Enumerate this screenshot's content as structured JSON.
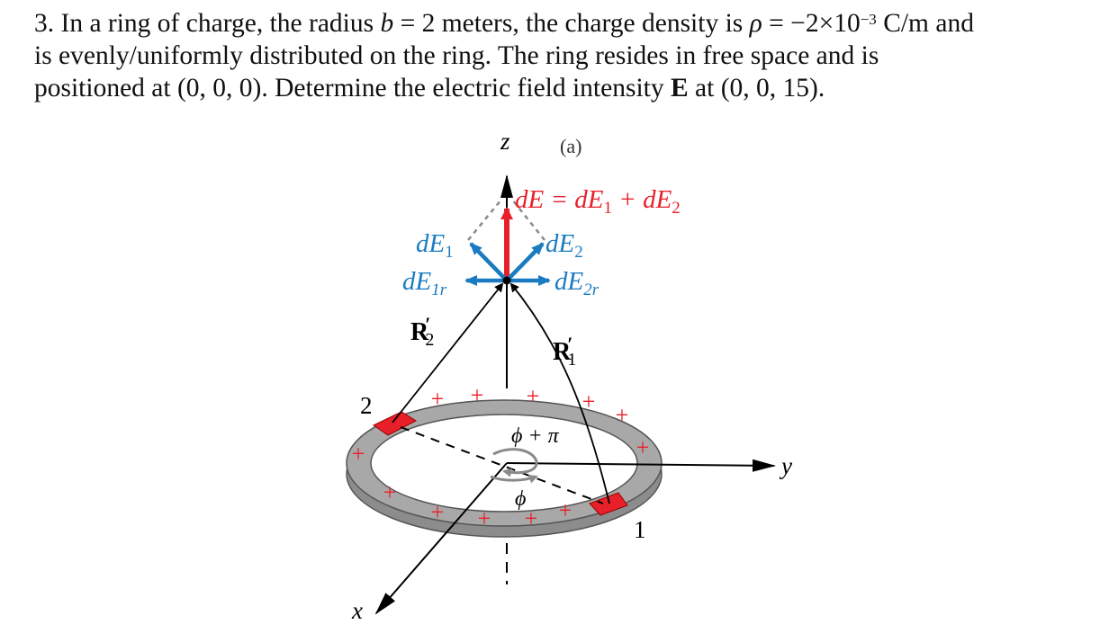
{
  "problem": {
    "line1_a": "3. In a ring of charge, the radius ",
    "radius_symbol": "b",
    "radius_value": " = 2 meters, the charge density is ",
    "density_symbol": "ρ",
    "density_value": " = −2×10",
    "density_exp": "−3",
    "density_unit": " C/m and",
    "line2": "is evenly/uniformly distributed on the ring. The ring resides in free space and is",
    "line3_a": "positioned at (0, 0, 0). Determine the electric field intensity ",
    "field_symbol": "E",
    "line3_b": "  at (0, 0, 15)."
  },
  "figure": {
    "caption_fragment": "(a)",
    "axis_z": "z",
    "axis_y": "y",
    "axis_x": "x",
    "dE_total": "dE = dE",
    "dE_total_sub1": "1",
    "dE_total_plus": " + dE",
    "dE_total_sub2": "2",
    "dE1": "dE",
    "dE1_sub": "1",
    "dE2": "dE",
    "dE2_sub": "2",
    "dE1r": "dE",
    "dE1r_sub": "1r",
    "dE2r": "dE",
    "dE2r_sub": "2r",
    "R2": "R",
    "R2_prime": "′",
    "R2_sub": "2",
    "R1": "R",
    "R1_prime": "′",
    "R1_sub": "1",
    "point_1": "1",
    "point_2": "2",
    "phi_plus_pi": "ϕ + π",
    "phi": "ϕ",
    "plus_sign": "+",
    "colors": {
      "red": "#e8202a",
      "blue": "#1a7bc0",
      "ring": "#a8a8a8",
      "ring_dark": "#6e6e6e"
    }
  }
}
